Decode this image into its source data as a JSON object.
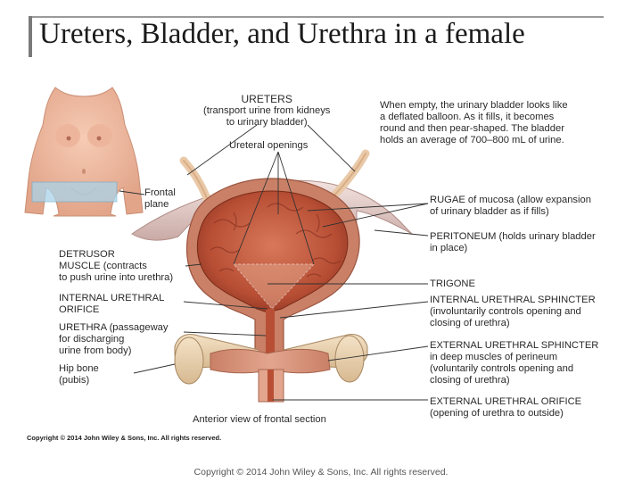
{
  "slide": {
    "title": "Ureters, Bladder, and Urethra in a female",
    "footer": "Copyright © 2014 John Wiley & Sons, Inc. All rights reserved."
  },
  "figure": {
    "copyright": "Copyright © 2014 John Wiley & Sons, Inc. All rights reserved.",
    "caption": "Anterior view of frontal section",
    "labels": {
      "ureters": [
        "URETERS",
        "(transport urine from kidneys",
        "to urinary bladder)"
      ],
      "ureteral_openings": [
        "Ureteral openings"
      ],
      "empty_note": [
        "When empty, the urinary bladder looks like",
        "a deflated balloon. As it fills, it becomes",
        "round and then pear-shaped. The bladder",
        "holds an average of 700–800 mL of urine."
      ],
      "frontal_plane": [
        "Frontal",
        "plane"
      ],
      "rugae": [
        "RUGAE of mucosa (allow expansion",
        "of urinary bladder as if fills)"
      ],
      "peritoneum": [
        "PERITONEUM (holds urinary bladder",
        "in place)"
      ],
      "detrusor": [
        "DETRUSOR",
        "MUSCLE (contracts",
        "to push urine into urethra)"
      ],
      "trigone": [
        "TRIGONE"
      ],
      "internal_orifice": [
        "INTERNAL URETHRAL",
        "ORIFICE"
      ],
      "internal_sphincter": [
        "INTERNAL URETHRAL SPHINCTER",
        "(involuntarily controls opening and",
        "closing of urethra)"
      ],
      "urethra": [
        "URETHRA (passageway",
        "for discharging",
        "urine from body)"
      ],
      "external_sphincter": [
        "EXTERNAL URETHRAL SPHINCTER",
        "in deep muscles of perineum",
        "(voluntarily controls opening and",
        "closing of urethra)"
      ],
      "hip_bone": [
        "Hip bone",
        "(pubis)"
      ],
      "external_orifice": [
        "EXTERNAL URETHRAL ORIFICE",
        "(opening of urethra to outside)"
      ]
    }
  }
}
